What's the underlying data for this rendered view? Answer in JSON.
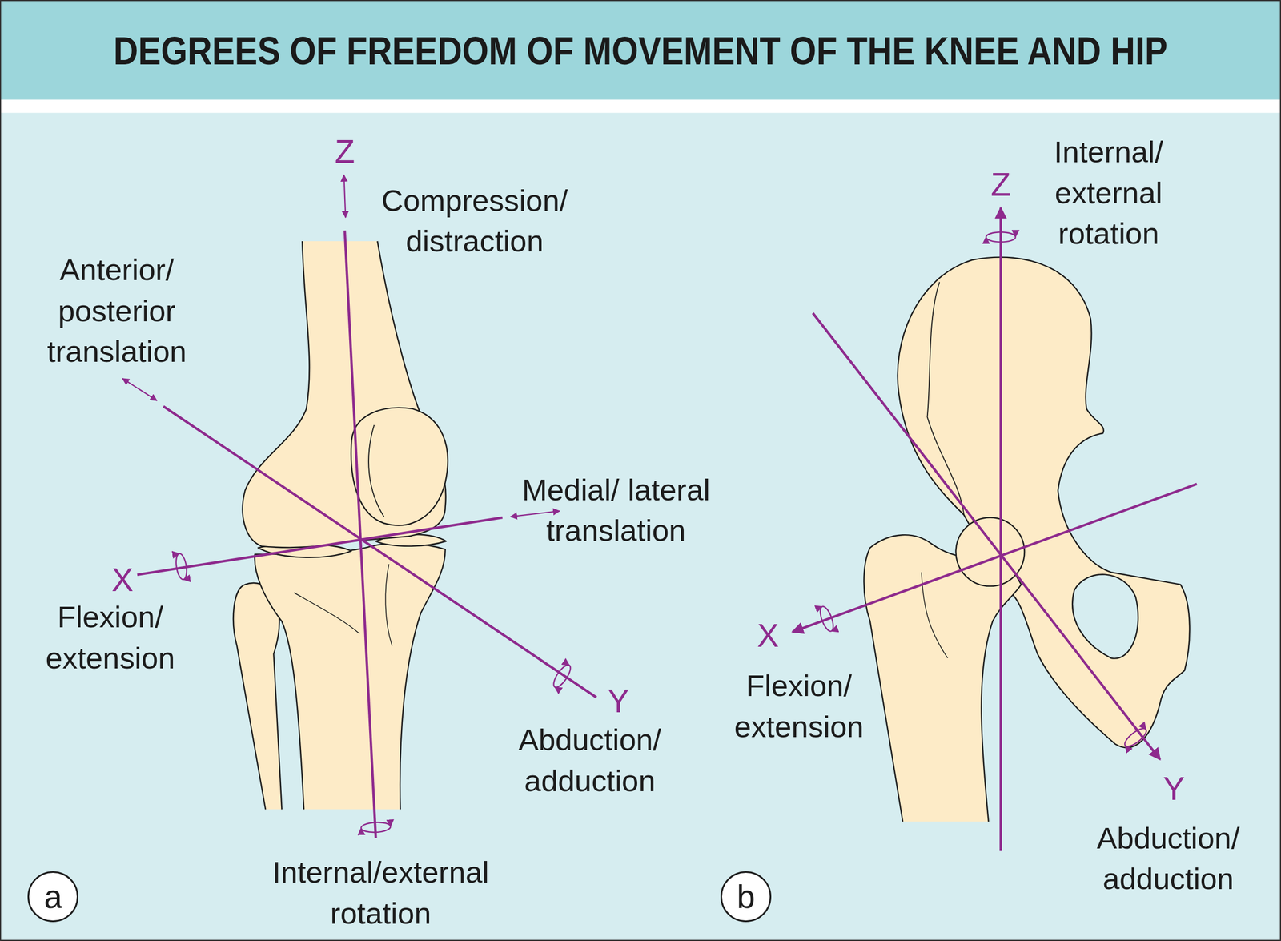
{
  "diagram": {
    "title": "DEGREES OF FREEDOM OF MOVEMENT OF THE KNEE AND HIP",
    "nodes": [
      {
        "text": [
          "a"
        ]
      },
      {
        "text": [
          "b"
        ]
      }
    ],
    "labels": [
      "Z",
      "Compression/ distraction",
      "Anterior/ posterior translation",
      "Medial/ lateral translation",
      "X",
      "Flexion/ extension",
      "Y",
      "Abduction/ adduction",
      "Internal/external rotation",
      "Internal/ external rotation",
      "Z",
      "X",
      "Flexion/ extension",
      "Y",
      "Abduction/ adduction"
    ]
  }
}
